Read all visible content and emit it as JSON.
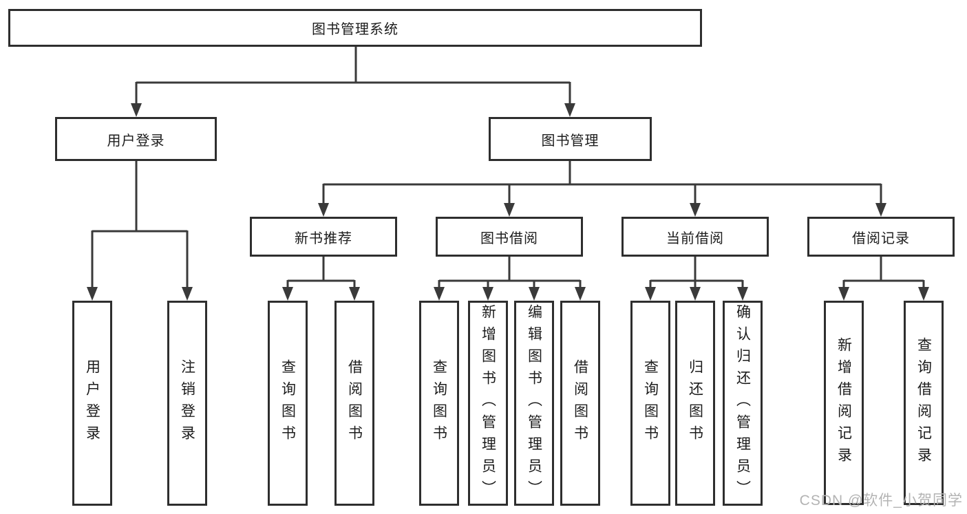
{
  "diagram_title": "图书管理系统",
  "nodes": {
    "root": "图书管理系统",
    "user_login": "用户登录",
    "book_mgmt": "图书管理",
    "user_login_sub": "用户登录",
    "logout_sub": "注销登录",
    "new_book_rec": "新书推荐",
    "book_borrow": "图书借阅",
    "current_borrow": "当前借阅",
    "borrow_records": "借阅记录",
    "rec_query_books": "查询图书",
    "rec_borrow_books": "借阅图书",
    "bor_query_books": "查询图书",
    "bor_add_books": "新增图书（管理员）",
    "bor_edit_books": "编辑图书（管理员）",
    "bor_borrow_books": "借阅图书",
    "cur_query_books": "查询图书",
    "cur_return_books": "归还图书",
    "cur_confirm_return": "确认归还（管理员）",
    "rec2_add_record": "新增借阅记录",
    "rec2_query_record": "查询借阅记录"
  },
  "hierarchy_note": {
    "root": "图书管理系统",
    "branches": [
      {
        "label": "用户登录",
        "children": [
          "用户登录",
          "注销登录"
        ]
      },
      {
        "label": "图书管理",
        "children": [
          {
            "label": "新书推荐",
            "children": [
              "查询图书",
              "借阅图书"
            ]
          },
          {
            "label": "图书借阅",
            "children": [
              "查询图书",
              "新增图书（管理员）",
              "编辑图书（管理员）",
              "借阅图书"
            ]
          },
          {
            "label": "当前借阅",
            "children": [
              "查询图书",
              "归还图书",
              "确认归还（管理员）"
            ]
          },
          {
            "label": "借阅记录",
            "children": [
              "新增借阅记录",
              "查询借阅记录"
            ]
          }
        ]
      }
    ]
  },
  "watermark": "CSDN @软件_小贺同学",
  "colors": {
    "line": "#3a3a3a",
    "border": "#2e2e2e",
    "text": "#1c1c1c",
    "watermark": "#b3b3b3",
    "background": "#ffffff"
  }
}
